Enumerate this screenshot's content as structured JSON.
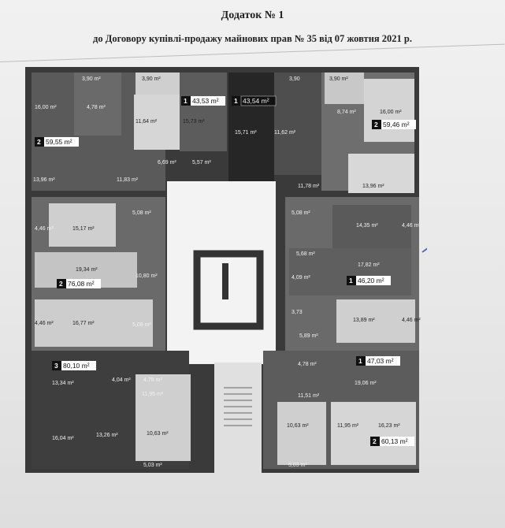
{
  "document": {
    "title": "Додаток № 1",
    "subtitle": "до Договору купівлі-продажу майнових прав № 35 від 07 жовтня 2021 р."
  },
  "apartments": [
    {
      "id": "a2_top_left",
      "rooms": "2",
      "area": "59,55 m²"
    },
    {
      "id": "a1_top_mid_left",
      "rooms": "1",
      "area": "43,53 m²"
    },
    {
      "id": "a1_top_mid_right",
      "rooms": "1",
      "area": "43,54 m²"
    },
    {
      "id": "a2_top_right",
      "rooms": "2",
      "area": "59,46 m²"
    },
    {
      "id": "a2_mid_left",
      "rooms": "2",
      "area": "76,08 m²"
    },
    {
      "id": "a1_mid_right",
      "rooms": "1",
      "area": "46,20 m²"
    },
    {
      "id": "a3_bottom_left",
      "rooms": "3",
      "area": "80,10 m²"
    },
    {
      "id": "a1_bottom_right",
      "rooms": "1",
      "area": "47,03 m²"
    },
    {
      "id": "a2_bottom_right",
      "rooms": "2",
      "area": "60,13 m²"
    }
  ],
  "room_labels": [
    "3,90 m²",
    "3,90 m²",
    "16,00 m²",
    "4,78 m²",
    "11,64 m²",
    "15,73 m²",
    "15,71 m²",
    "11,62 m²",
    "3,90",
    "3,90 m²",
    "8,74 m²",
    "16,00 m²",
    "13,96 m²",
    "11,83 m²",
    "6,69 m²",
    "5,57 m²",
    "11,78 m²",
    "13,96 m²",
    "4,46 m²",
    "15,17 m²",
    "5,08 m²",
    "5,08 m²",
    "14,35 m²",
    "4,46 m²",
    "19,34 m²",
    "10,80 m²",
    "5,68 m²",
    "17,82 m²",
    "4,09 m²",
    "4,46 m²",
    "16,77 m²",
    "5,08 m²",
    "3,73",
    "13,89 m²",
    "4,46 m²",
    "5,89 m²",
    "13,34 m²",
    "4,04 m²",
    "4,78 m²",
    "4,78 m²",
    "19,06 m²",
    "11,95 m²",
    "11,51 m²",
    "16,04 m²",
    "13,26 m²",
    "10,63 m²",
    "10,63 m²",
    "11,95 m²",
    "16,23 m²",
    "5,03 m²",
    "5,03 m²"
  ]
}
